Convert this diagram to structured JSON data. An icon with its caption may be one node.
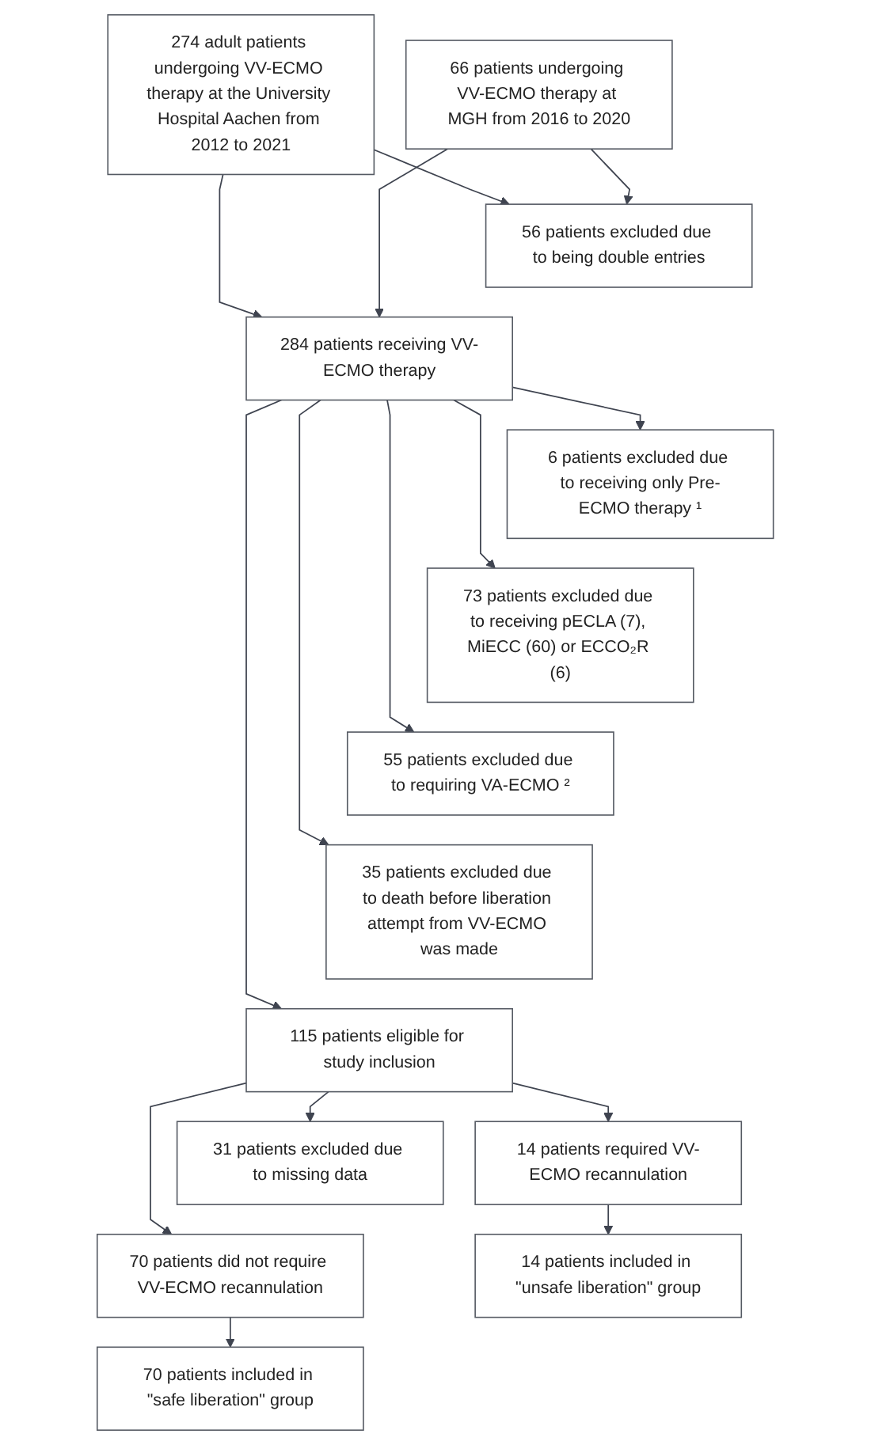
{
  "diagram": {
    "nodes": [
      {
        "text": [
          "274 adult patients undergoing VV-ECMO therapy at the University Hospital Aachen from 2012 to 2021"
        ]
      },
      {
        "text": [
          "66 patients undergoing VV-ECMO therapy at MGH from 2016 to 2020"
        ]
      },
      {
        "text": [
          "56 patients excluded due to being double entries"
        ]
      },
      {
        "text": [
          "284 patients receiving VV-ECMO therapy"
        ]
      },
      {
        "text": [
          "6 patients excluded due to receiving only Pre-ECMO therapy ¹"
        ]
      },
      {
        "text": [
          "73 patients excluded due to receiving pECLA (7), MiECC (60) or ECCO₂R (6)"
        ]
      },
      {
        "text": [
          "55 patients excluded due to requiring VA-ECMO ²"
        ]
      },
      {
        "text": [
          "35 patients excluded due to death before liberation attempt from VV-ECMO was made"
        ]
      },
      {
        "text": [
          "115 patients eligible for study inclusion"
        ]
      },
      {
        "text": [
          "31 patients excluded due to missing data"
        ]
      },
      {
        "text": [
          "70 patients did not require VV-ECMO recannulation"
        ]
      },
      {
        "text": [
          "14 patients required VV-ECMO recannulation"
        ]
      },
      {
        "text": [
          "70 patients included in \"safe liberation\" group"
        ]
      },
      {
        "text": [
          "14 patients included in \"unsafe liberation\" group"
        ]
      }
    ],
    "edges": [
      {
        "from": 0,
        "to": 3,
        "arrow": "to"
      },
      {
        "from": 1,
        "to": 3,
        "arrow": "to"
      },
      {
        "from": 0,
        "to": 2,
        "arrow": "to"
      },
      {
        "from": 1,
        "to": 2,
        "arrow": "to"
      },
      {
        "from": 3,
        "to": 4,
        "arrow": "to"
      },
      {
        "from": 3,
        "to": 5,
        "arrow": "to"
      },
      {
        "from": 3,
        "to": 6,
        "arrow": "to"
      },
      {
        "from": 3,
        "to": 7,
        "arrow": "to"
      },
      {
        "from": 3,
        "to": 8,
        "arrow": "to"
      },
      {
        "from": 8,
        "to": 9,
        "arrow": "to"
      },
      {
        "from": 8,
        "to": 10,
        "arrow": "to"
      },
      {
        "from": 8,
        "to": 11,
        "arrow": "to"
      },
      {
        "from": 10,
        "to": 12,
        "arrow": "to"
      },
      {
        "from": 11,
        "to": 13,
        "arrow": "to"
      }
    ]
  }
}
